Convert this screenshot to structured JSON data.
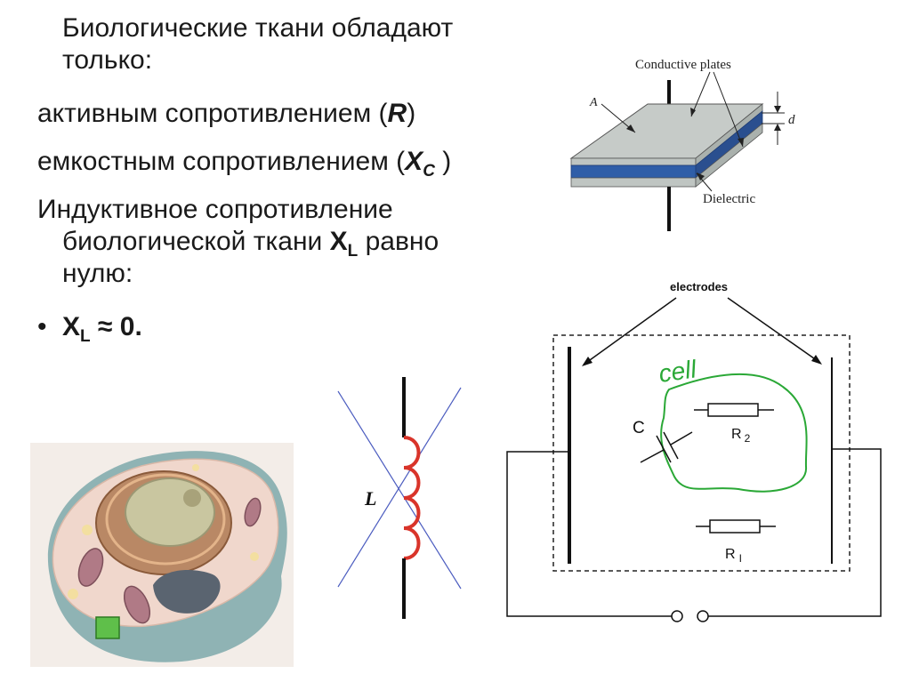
{
  "slide": {
    "intro_line1": "Биологические ткани обладают",
    "intro_line2": "только:",
    "active_label": "активным сопротивлением (",
    "active_symbol": "R",
    "active_close": ")",
    "capacitive_label": "емкостным сопротивлением (",
    "capacitive_symbol": "X",
    "capacitive_sub": "C",
    "capacitive_close": " )",
    "inductive_line1": "Индуктивное сопротивление",
    "inductive_line2_a": "биологической ткани ",
    "inductive_symbol": "X",
    "inductive_sub": "L",
    "inductive_line2_b": " равно",
    "inductive_line3": "нулю:",
    "bullet_glyph": "•",
    "bullet_symbol": "X",
    "bullet_sub": "L",
    "bullet_value": " ≈ 0."
  },
  "capacitor_figure": {
    "plates_label": "Conductive plates",
    "area_label": "A",
    "distance_label": "d",
    "dielectric_label": "Dielectric",
    "colors": {
      "plate": "#c6cbc8",
      "dielectric": "#2f5ea8"
    }
  },
  "inductor_figure": {
    "label": "L",
    "colors": {
      "coil": "#d9342a",
      "cross": "#4a5bbf"
    }
  },
  "circuit_figure": {
    "electrodes_label": "electrodes",
    "cell_label": "cell",
    "capacitor_label": "C",
    "r2_label": "R",
    "r2_sub": "2",
    "r1_label": "R",
    "r1_sub": "I",
    "colors": {
      "cell": "#2aa836"
    }
  },
  "cell_figure": {
    "colors": {
      "membrane": "#8fb3b4",
      "cytoplasm": "#f0d7cc",
      "nucleus": "#c9c6a0",
      "marker": "#5fbf4a"
    }
  }
}
